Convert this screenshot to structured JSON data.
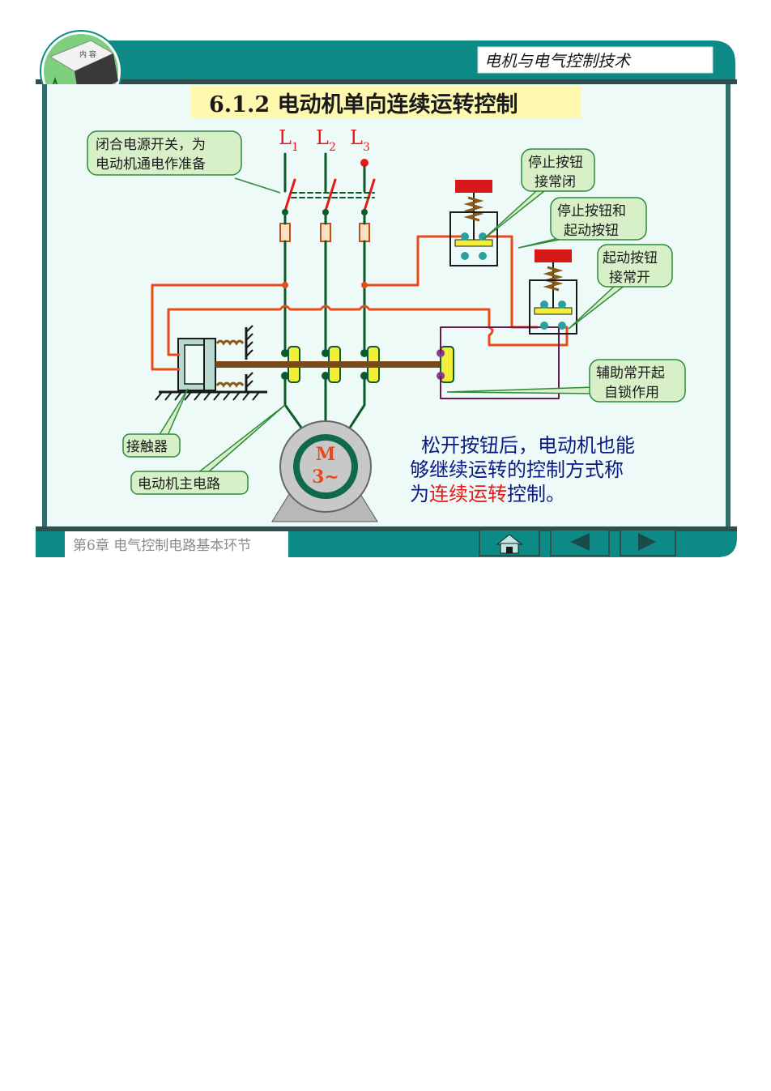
{
  "header": {
    "course_title": "电机与电气控制技术",
    "logo_text": "内 容"
  },
  "slide": {
    "title": "6.1.2  电动机单向连续运转控制"
  },
  "lines": {
    "l1": "L",
    "l1_sub": "1",
    "l2": "L",
    "l2_sub": "2",
    "l3": "L",
    "l3_sub": "3"
  },
  "motor": {
    "label_top": "M",
    "label_bottom": "3~"
  },
  "callouts": {
    "power_switch_1": "闭合电源开关，为",
    "power_switch_2": "电动机通电作准备",
    "stop_nc_1": "停止按钮",
    "stop_nc_2": "接常闭",
    "stop_start_1": "停止按钮和",
    "stop_start_2": "起动按钮",
    "start_no_1": "起动按钮",
    "start_no_2": "接常开",
    "aux_1": "辅助常开起",
    "aux_2": "自锁作用",
    "contactor": "接触器",
    "main_circuit": "电动机主电路"
  },
  "explanation": {
    "line1": "松开按钮后，电动机也能",
    "line2": "够继续运转的控制方式称",
    "line3_pre": "为",
    "line3_highlight": "连续运转",
    "line3_post": "控制。"
  },
  "footer": {
    "chapter": "第6章   电气控制电路基本环节"
  },
  "nav": {
    "home": "home-icon",
    "prev": "prev-arrow-icon",
    "next": "next-arrow-icon"
  },
  "colors": {
    "teal": "#0e8a86",
    "frame": "#2f6f6b",
    "wire_green": "#0a5a2a",
    "wire_red": "#e84a1a",
    "callout_fill": "#d7f0c8",
    "callout_stroke": "#2e8a3a",
    "title_highlight": "#fff9b0",
    "contact_yellow": "#f2ee3a",
    "button_red": "#d81818",
    "spring_brown": "#8a5a1a",
    "motor_ring": "#0f6a4a",
    "text_navy": "#0a1a80",
    "text_red": "#e81818"
  }
}
